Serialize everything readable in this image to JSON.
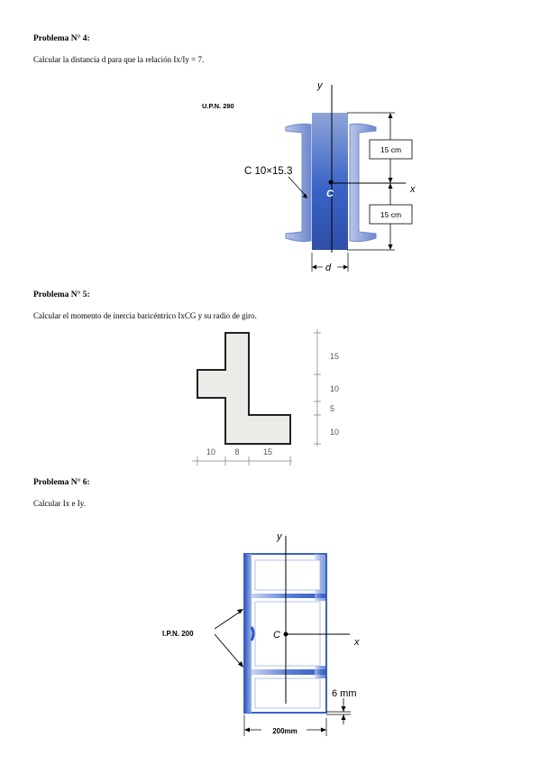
{
  "p4": {
    "heading": "Problema N° 4:",
    "statement": "Calcular la distancia d para que la relación Ix/Iy = 7.",
    "upn_label": "U.P.N. 280",
    "channel_label": "C 10×15.3",
    "dim_top": "15 cm",
    "dim_bottom": "15 cm",
    "y_axis": "y",
    "x_axis": "x",
    "centroid": "C",
    "d_label": "d"
  },
  "p5": {
    "heading": "Problema N° 5:",
    "statement": "Calcular el momento de inercia baricéntrico IxCG y su radio de giro.",
    "vdims": [
      "15",
      "10",
      "5",
      "10"
    ],
    "hdims": [
      "10",
      "8",
      "15"
    ]
  },
  "p6": {
    "heading": "Problema N° 6:",
    "statement": "Calcular Ix e Iy.",
    "ipn_label": "I.P.N. 200",
    "thickness": "6 mm",
    "width": "200mm",
    "y_axis": "y",
    "x_axis": "x",
    "centroid": "C"
  },
  "colors": {
    "steel_blue": "#3a63c8",
    "fill_gray": "#ecebe8"
  }
}
